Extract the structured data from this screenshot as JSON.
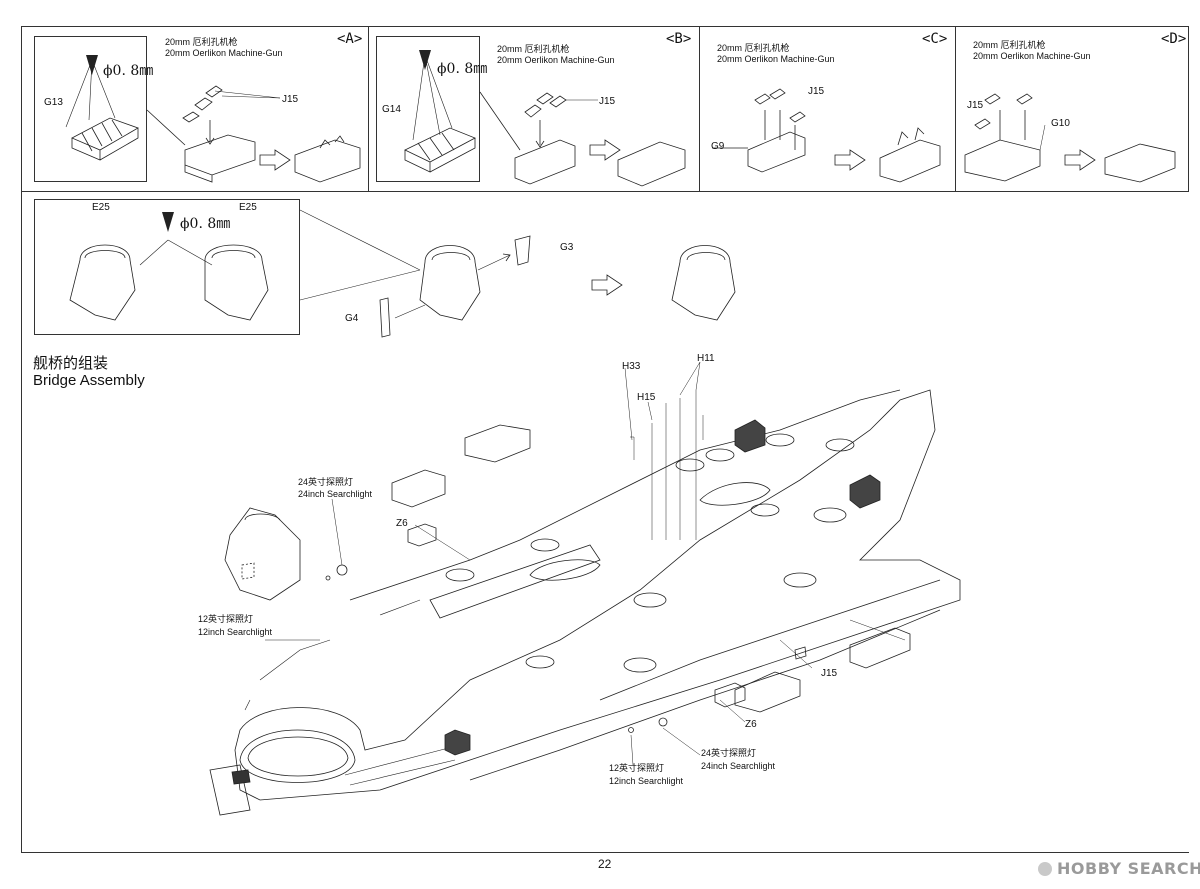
{
  "steps": {
    "a": {
      "tag": "<A>",
      "gun_cn": "20mm 厄利孔机枪",
      "gun_en": "20mm Oerlikon Machine-Gun",
      "parts": [
        "G13",
        "J15"
      ],
      "diameter": "ϕ0. 8㎜"
    },
    "b": {
      "tag": "<B>",
      "gun_cn": "20mm 厄利孔机枪",
      "gun_en": "20mm Oerlikon Machine-Gun",
      "parts": [
        "G14",
        "J15"
      ],
      "diameter": "ϕ0. 8㎜"
    },
    "c": {
      "tag": "<C>",
      "gun_cn": "20mm 厄利孔机枪",
      "gun_en": "20mm Oerlikon Machine-Gun",
      "parts": [
        "J15",
        "G9"
      ]
    },
    "d": {
      "tag": "<D>",
      "gun_cn": "20mm 厄利孔机枪",
      "gun_en": "20mm Oerlikon Machine-Gun",
      "parts": [
        "J15",
        "G10"
      ]
    }
  },
  "step_e": {
    "parts": [
      "E25",
      "E25",
      "G3",
      "G4"
    ],
    "diameter": "ϕ0. 8㎜"
  },
  "bridge": {
    "title_cn": "舰桥的组装",
    "title_en": "Bridge Assembly"
  },
  "callouts": {
    "searchlight24_cn": "24英寸探照灯",
    "searchlight24_en": "24inch Searchlight",
    "searchlight12_cn": "12英寸探照灯",
    "searchlight12_en": "12inch Searchlight",
    "h33": "H33",
    "h11": "H11",
    "h15": "H15",
    "z6": "Z6",
    "j15": "J15"
  },
  "page_number": "22",
  "watermark": "HOBBY SEARCH"
}
